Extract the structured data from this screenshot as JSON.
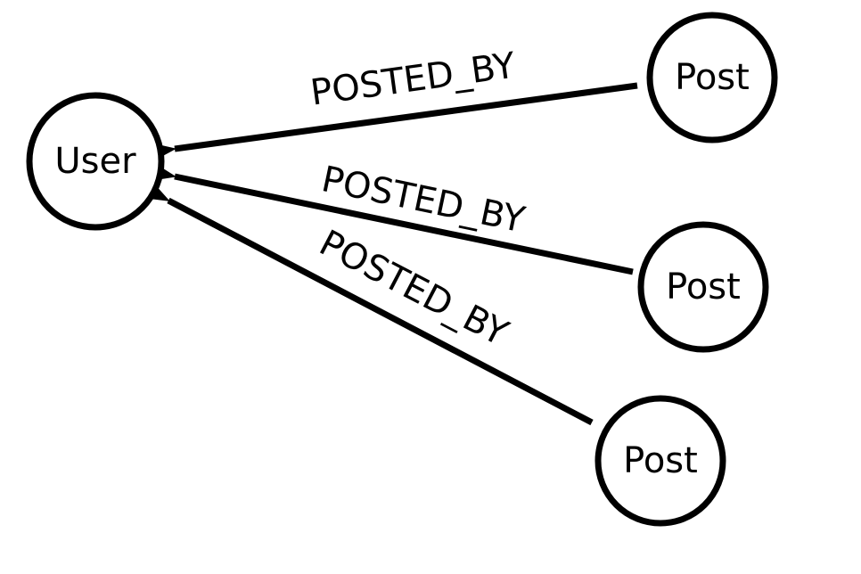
{
  "nodes": {
    "user": {
      "label": "User"
    },
    "post_1": {
      "label": "Post"
    },
    "post_2": {
      "label": "Post"
    },
    "post_3": {
      "label": "Post"
    }
  },
  "edges": [
    {
      "from": "post_1",
      "to": "user",
      "label": "POSTED_BY"
    },
    {
      "from": "post_2",
      "to": "user",
      "label": "POSTED_BY"
    },
    {
      "from": "post_3",
      "to": "user",
      "label": "POSTED_BY"
    }
  ],
  "colors": {
    "stroke": "#000000",
    "background": "#ffffff"
  }
}
